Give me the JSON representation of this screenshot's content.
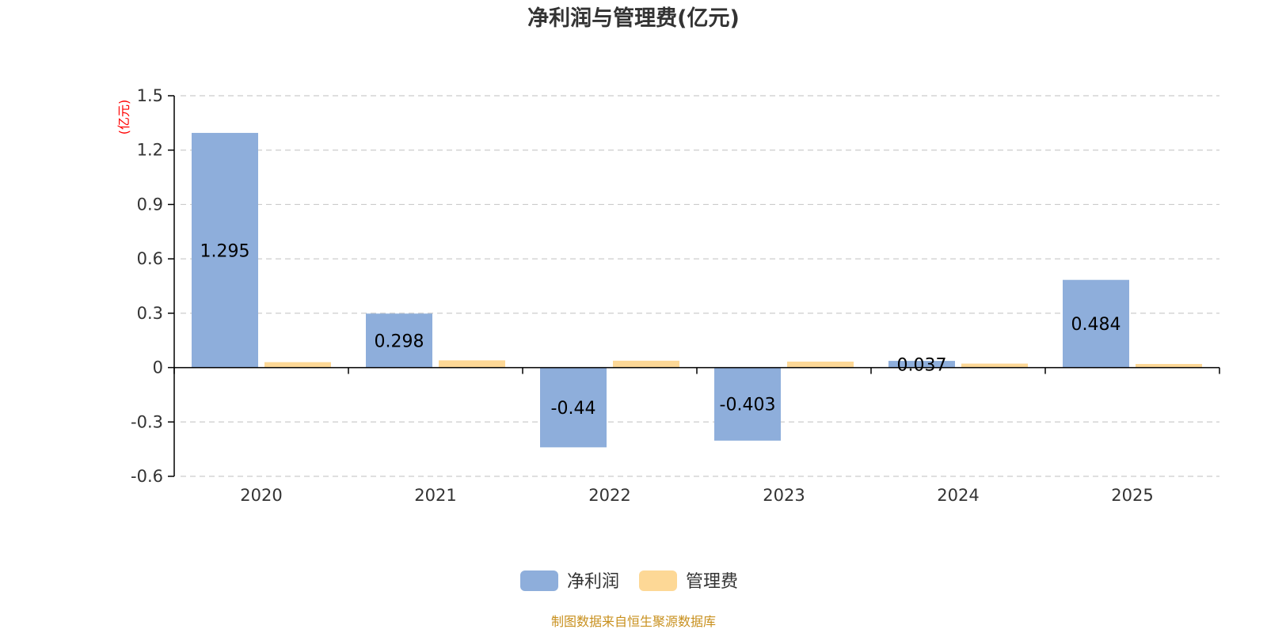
{
  "chart_data": {
    "type": "bar",
    "title": "净利润与管理费(亿元)",
    "unit_label": "(亿元)",
    "categories": [
      "2020",
      "2021",
      "2022",
      "2023",
      "2024",
      "2025"
    ],
    "series": [
      {
        "name": "净利润",
        "values": [
          1.295,
          0.298,
          -0.44,
          -0.403,
          0.037,
          0.484
        ],
        "color": "#8eaedb",
        "show_labels": true
      },
      {
        "name": "管理费",
        "values": [
          0.03,
          0.04,
          0.038,
          0.033,
          0.022,
          0.02
        ],
        "color": "#fdd896",
        "show_labels": false
      }
    ],
    "data_labels": [
      "1.295",
      "0.298",
      "-0.44",
      "-0.403",
      "0.037",
      "0.484"
    ],
    "ylim": [
      -0.6,
      1.5
    ],
    "yticks": [
      1.5,
      1.2,
      0.9,
      0.6,
      0.3,
      0,
      -0.3,
      -0.6
    ],
    "ytick_labels": [
      "1.5",
      "1.2",
      "0.9",
      "0.6",
      "0.3",
      "0",
      "-0.3",
      "-0.6"
    ],
    "grid": true,
    "legend_position": "bottom-center",
    "source": "制图数据来自恒生聚源数据库",
    "source_color": "#c8901e"
  }
}
